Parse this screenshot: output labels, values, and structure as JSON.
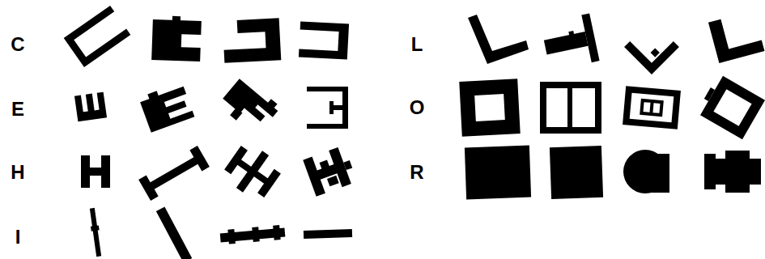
{
  "diagram": {
    "labels": [
      "C",
      "E",
      "H",
      "I",
      "L",
      "O",
      "R"
    ]
  }
}
